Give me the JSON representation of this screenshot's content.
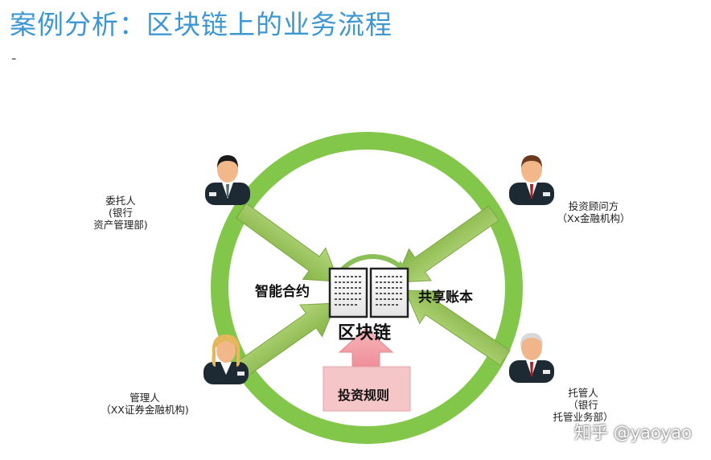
{
  "title": "案例分析：区块链上的业务流程",
  "subtitle_mark": "-",
  "center": {
    "blockchain": "区块链",
    "smart_contract": "智能合约",
    "shared_ledger": "共享账本",
    "investment_rules": "投资规则"
  },
  "parties": {
    "trustor": "委托人\n(银行\n资产管理部)",
    "advisor": "投资顾问方\n（Xx金融机构）",
    "manager": "管理人\n（XX证券金融机构)",
    "custodian": "托管人\n（银行\n托管业务部）"
  },
  "watermark": "知乎 @yaoyao",
  "colors": {
    "ring": "#82c64a",
    "arrow": "#9bc75b",
    "rule_box": "#f5c6c7",
    "rule_arrow": "#f4a8ad",
    "title": "#3d97d3"
  }
}
